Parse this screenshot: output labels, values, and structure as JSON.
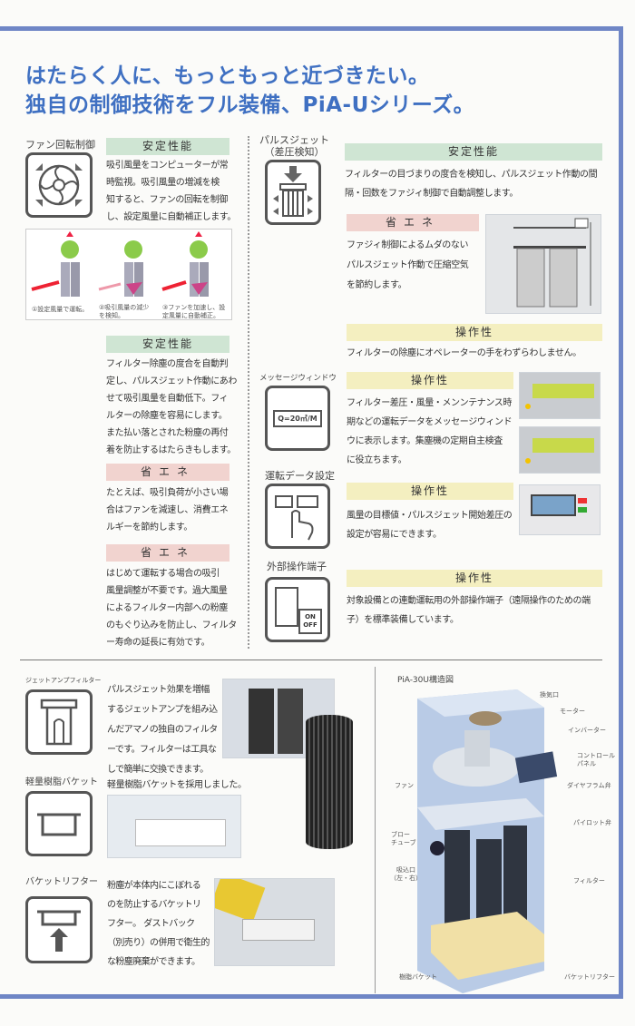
{
  "headline": [
    "はたらく人に、もっともっと近づきたい。",
    "独自の制御技術をフル装備、PiA-Uシリーズ。"
  ],
  "fan": {
    "label": "ファン回転制御",
    "bar": "安定性能",
    "text": [
      "吸引風量をコンピューターが常",
      "時監視。吸引風量の増減を検",
      "知すると、ファンの回転を制御",
      "し、設定風量に自動補正します。"
    ],
    "steps": [
      "①設定風量で運転。",
      "②吸引風量の減少\nを検知。",
      "③ファンを加速し、設\n定風量に自動補正。"
    ]
  },
  "left2": {
    "bar": "安定性能",
    "text": [
      "フィルター除塵の度合を自動判",
      "定し、パルスジェット作動にあわ",
      "せて吸引風量を自動低下。フィ",
      "ルターの除塵を容易にします。",
      "また払い落とされた粉塵の再付",
      "着を防止するはたらきもします。"
    ]
  },
  "left3": {
    "bar": "省エネ",
    "text": [
      "たとえば、吸引負荷が小さい場",
      "合はファンを減速し、消費エネ",
      "ルギーを節約します。"
    ]
  },
  "left4": {
    "bar": "省エネ",
    "text": [
      "はじめて運転する場合の吸引",
      "風量調整が不要です。過大風量",
      "によるフィルター内部への粉塵",
      "のもぐり込みを防止し、フィルタ",
      "ー寿命の延長に有効です。"
    ]
  },
  "pulse": {
    "label": [
      "パルスジェット",
      "（差圧検知）"
    ],
    "bar": "安定性能",
    "text": [
      "フィルターの目づまりの度合を検知し、パルスジェット作動の間",
      "隔・回数をファジィ制御で自動調整します。"
    ],
    "bar2": "省エネ",
    "text2": [
      "ファジィ制御によるムダのない",
      "パルスジェット作動で圧縮空気",
      "を節約します。"
    ]
  },
  "op1": {
    "bar": "操作性",
    "text": "フィルターの除塵にオペレーターの手をわずらわしません。"
  },
  "msg": {
    "label": "メッセージウィンドウ",
    "screen": "Q=20㎥/M",
    "bar": "操作性",
    "text": [
      "フィルター差圧・風量・メンンテナンス時",
      "期などの運転データをメッセージウィンド",
      "ウに表示します。集塵機の定期自主検査",
      "に役立ちます。"
    ]
  },
  "data": {
    "label": "運転データ設定",
    "bar": "操作性",
    "text": [
      "風量の目標値・パルスジェット開始差圧の",
      "設定が容易にできます。"
    ]
  },
  "ext": {
    "label": "外部操作端子",
    "switch": [
      "ON",
      "OFF"
    ],
    "bar": "操作性",
    "text": [
      "対象設備との連動運転用の外部操作端子（遠隔操作のための端",
      "子）を標準装備しています。"
    ]
  },
  "jet": {
    "label": "ジェットアンプフィルター",
    "text": [
      "パルスジェット効果を増幅",
      "するジェットアンプを組み込",
      "んだアマノの独自のフィルタ",
      "ーです。フィルターは工具な",
      "しで簡単に交換できます。"
    ]
  },
  "bucket": {
    "label": "軽量樹脂バケット",
    "text": "軽量樹脂バケットを採用しました。"
  },
  "lifter": {
    "label": "バケットリフター",
    "text": [
      "粉塵が本体内にこぼれる",
      "のを防止するバケットリ",
      "フター。 ダストバック",
      "（別売り）の併用で衛生的",
      "な粉塵廃棄ができます。"
    ]
  },
  "diagram": {
    "title": "PiA-30U構造図",
    "labels": {
      "exhaust": "換気口",
      "motor": "モーター",
      "inverter": "インバーター",
      "panel": "コントロール\nパネル",
      "fan": "ファン",
      "diaphragm": "ダイヤフラム弁",
      "pilot": "パイロット弁",
      "blow": "ブロー\nチューブ",
      "intake": "吸込口\n（左・右）",
      "filter": "フィルター",
      "bucket": "樹脂バケット",
      "lifter": "バケットリフター"
    }
  }
}
